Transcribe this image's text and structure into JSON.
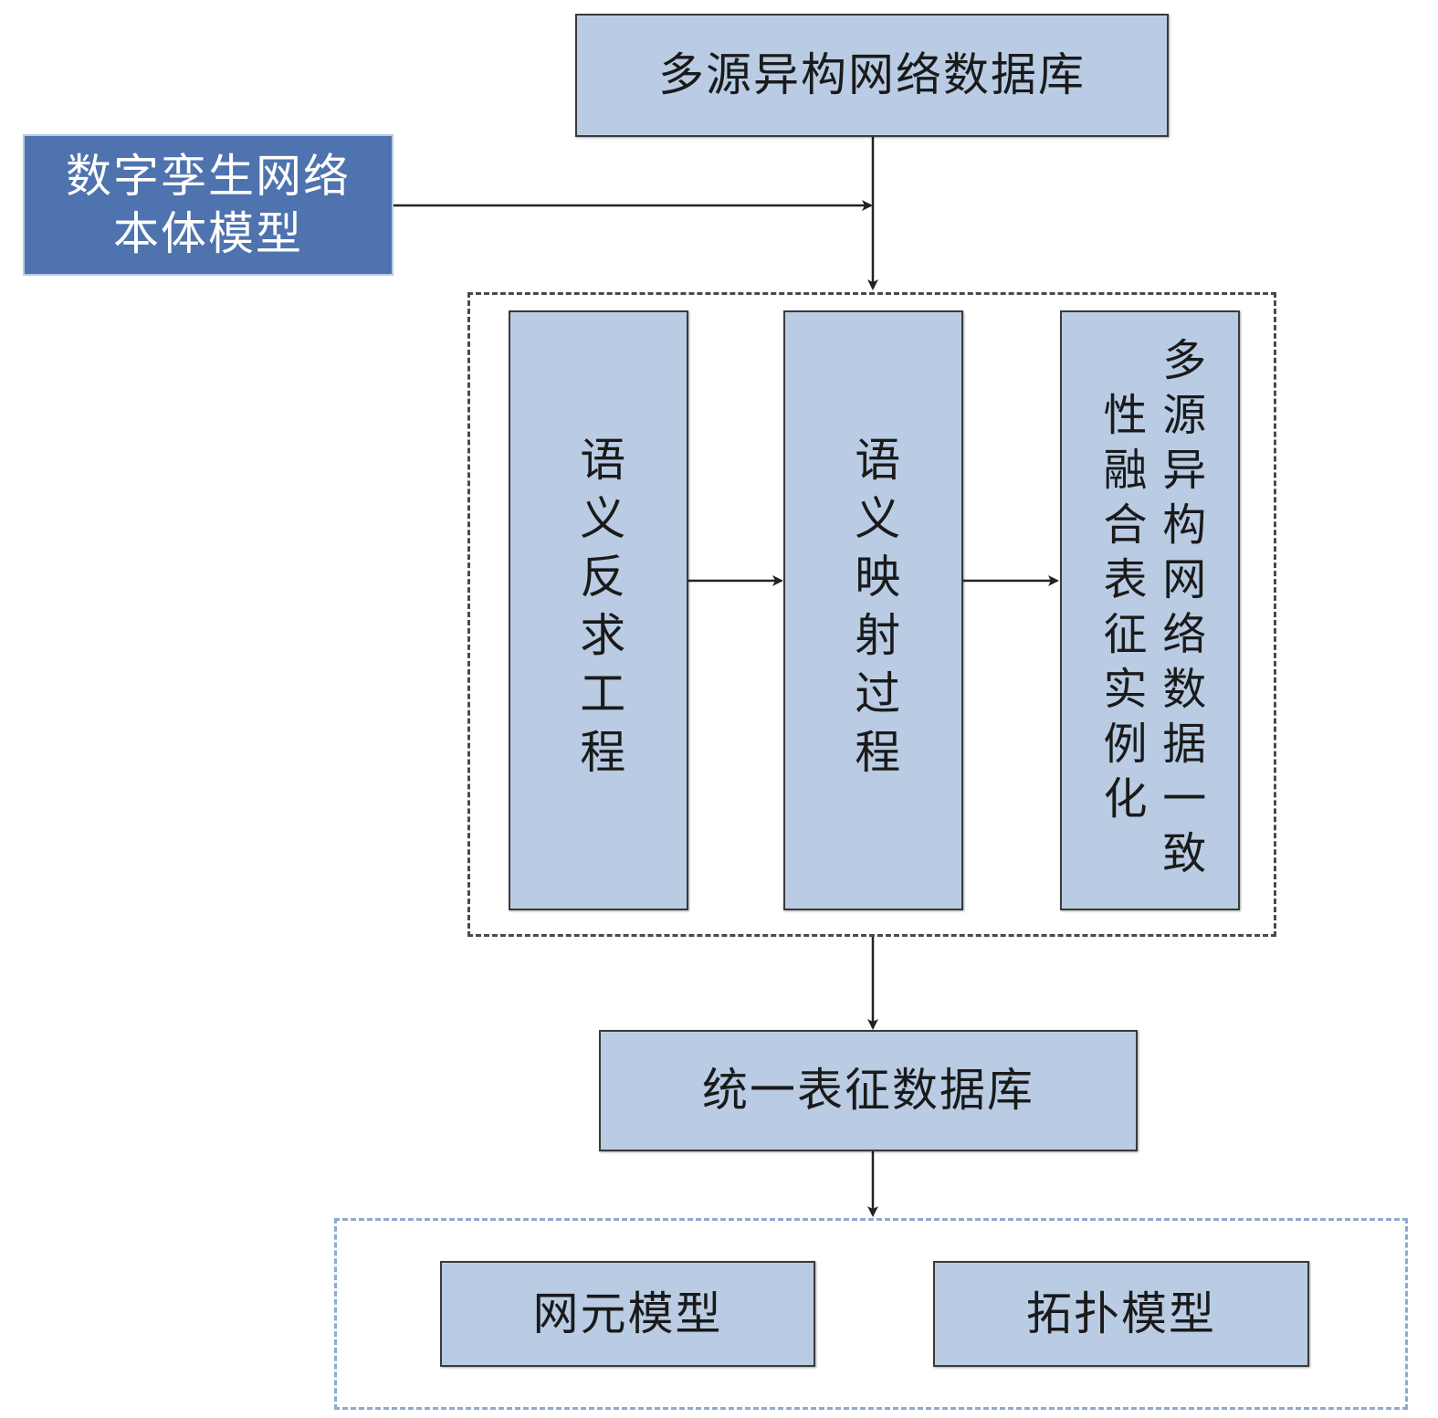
{
  "nodes": {
    "source_db": "多源异构网络数据库",
    "ontology": "数字孪生网络本体模型",
    "reverse_eng": "语义反求工程",
    "mapping": "语义映射过程",
    "fusion": "多源异构网络数据一致性融合表征实例化",
    "unified_db": "统一表征数据库",
    "element_model": "网元模型",
    "topology_model": "拓扑模型"
  },
  "colors": {
    "box_fill": "#b9cce4",
    "box_fill_dark": "#4e73ae",
    "border": "#3a3a3a",
    "dashed_group": "#4a4a4a",
    "dashed_group_light": "#8fa9cf"
  }
}
